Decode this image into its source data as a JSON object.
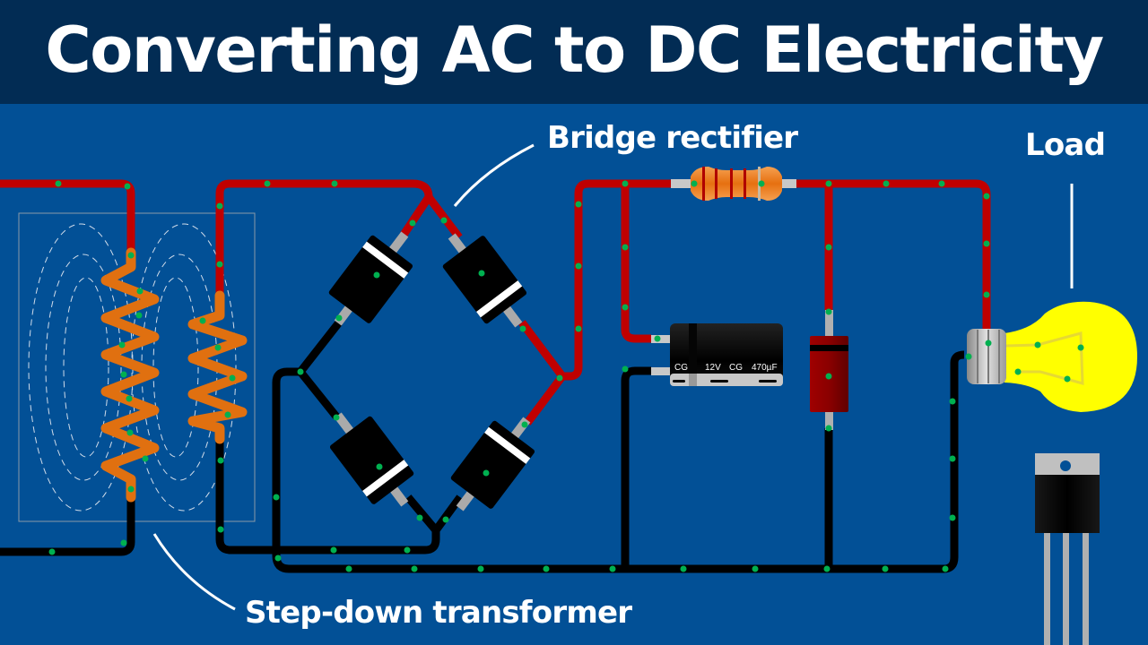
{
  "header": {
    "title": "Converting AC to DC Electricity"
  },
  "labels": {
    "bridge_rectifier": "Bridge rectifier",
    "load": "Load",
    "transformer": "Step-down transformer"
  },
  "capacitor": {
    "markings": [
      "CG",
      "12V",
      "CG",
      "470µF"
    ]
  },
  "components": [
    {
      "name": "step-down transformer",
      "type": "transformer"
    },
    {
      "name": "bridge rectifier",
      "type": "4 diodes"
    },
    {
      "name": "resistor",
      "type": "resistor"
    },
    {
      "name": "capacitor",
      "type": "electrolytic capacitor"
    },
    {
      "name": "zener diode",
      "type": "diode"
    },
    {
      "name": "light bulb",
      "type": "load"
    },
    {
      "name": "voltage regulator",
      "type": "TO-220 transistor"
    }
  ],
  "colors": {
    "background": "#025096",
    "title_bar": "#022c54",
    "positive_wire": "#c00000",
    "negative_wire": "#000000",
    "coil": "#e07010",
    "electron_dot": "#00c050",
    "bulb": "#ffff00",
    "label_text": "#ffffff"
  }
}
